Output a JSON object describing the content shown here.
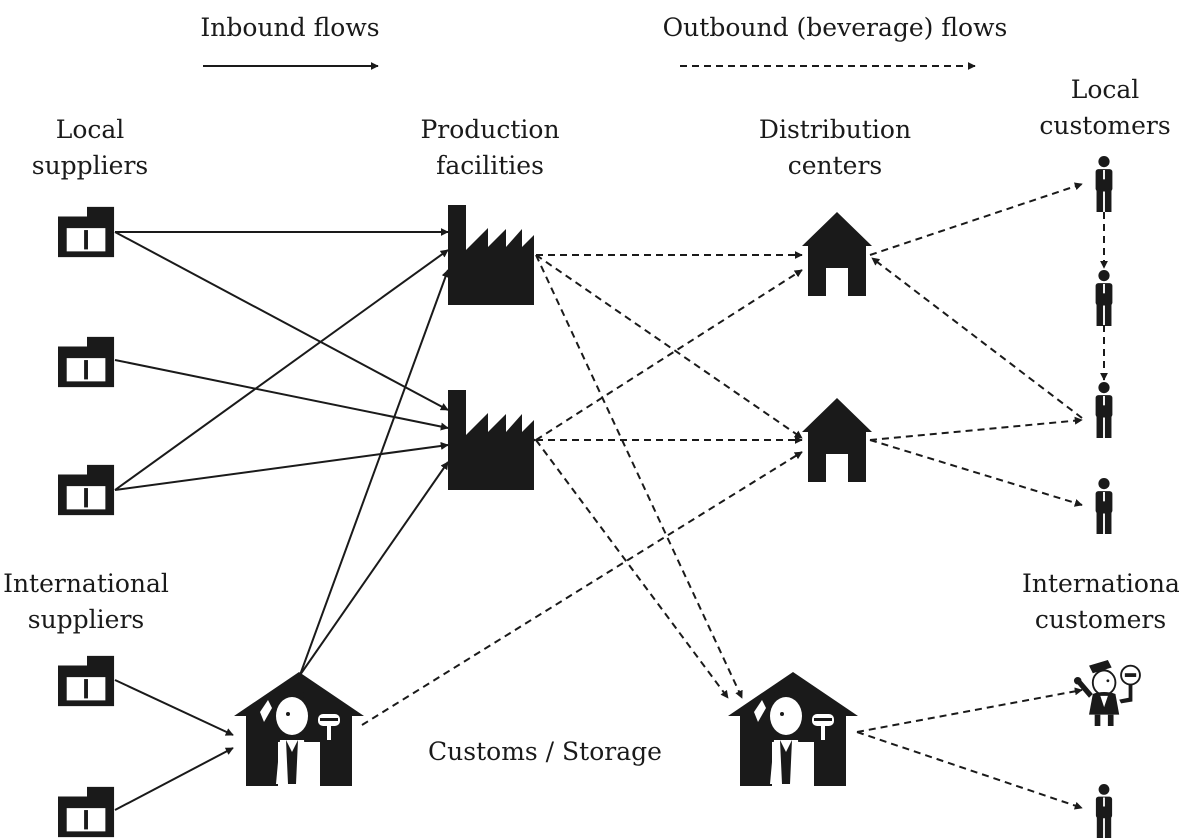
{
  "legend": {
    "inbound": "Inbound flows",
    "outbound": "Outbound (beverage) flows"
  },
  "labels": {
    "local_suppliers": [
      "Local",
      "suppliers"
    ],
    "production": [
      "Production",
      "facilities"
    ],
    "distribution": [
      "Distribution",
      "centers"
    ],
    "local_customers": [
      "Local",
      "customers"
    ],
    "international_suppliers": [
      "International",
      "suppliers"
    ],
    "international_customers": [
      "International",
      "customers"
    ],
    "customs": "Customs / Storage"
  },
  "icons": {
    "supplier": "folder-icon",
    "factory": "factory-icon",
    "warehouse": "house-icon",
    "customs": "customs-officer-house-icon",
    "customer": "person-icon",
    "international_customer": "official-person-icon"
  },
  "colors": {
    "ink": "#1a1a1a",
    "background": "#ffffff"
  }
}
